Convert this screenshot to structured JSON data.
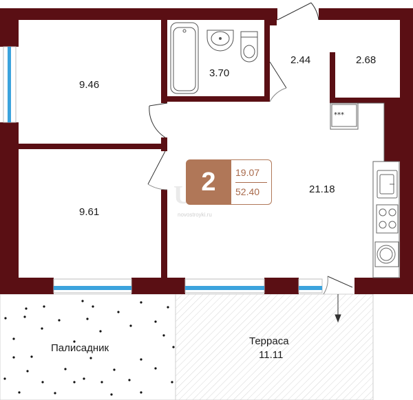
{
  "rooms": {
    "bedroom_top": "9.46",
    "bedroom_bottom": "9.61",
    "bathroom": "3.70",
    "hall": "2.44",
    "storage": "2.68",
    "living": "21.18"
  },
  "badge": {
    "rooms_count": "2",
    "living_area": "19.07",
    "total_area": "52.40"
  },
  "outdoor": {
    "garden_label": "Палисадник",
    "terrace_label": "Терраса",
    "terrace_area": "11.11"
  },
  "watermark": {
    "logo": "Ufa",
    "site": "novostroyki.ru"
  },
  "colors": {
    "wall": "#5a0f14",
    "window": "#3ba3dd",
    "accent": "#b07758"
  },
  "icons": [
    "bathtub-icon",
    "sink-icon",
    "toilet-icon",
    "stove-icon",
    "kitchen-sink-icon",
    "cooktop-icon",
    "washing-machine-icon",
    "vent-icon"
  ]
}
